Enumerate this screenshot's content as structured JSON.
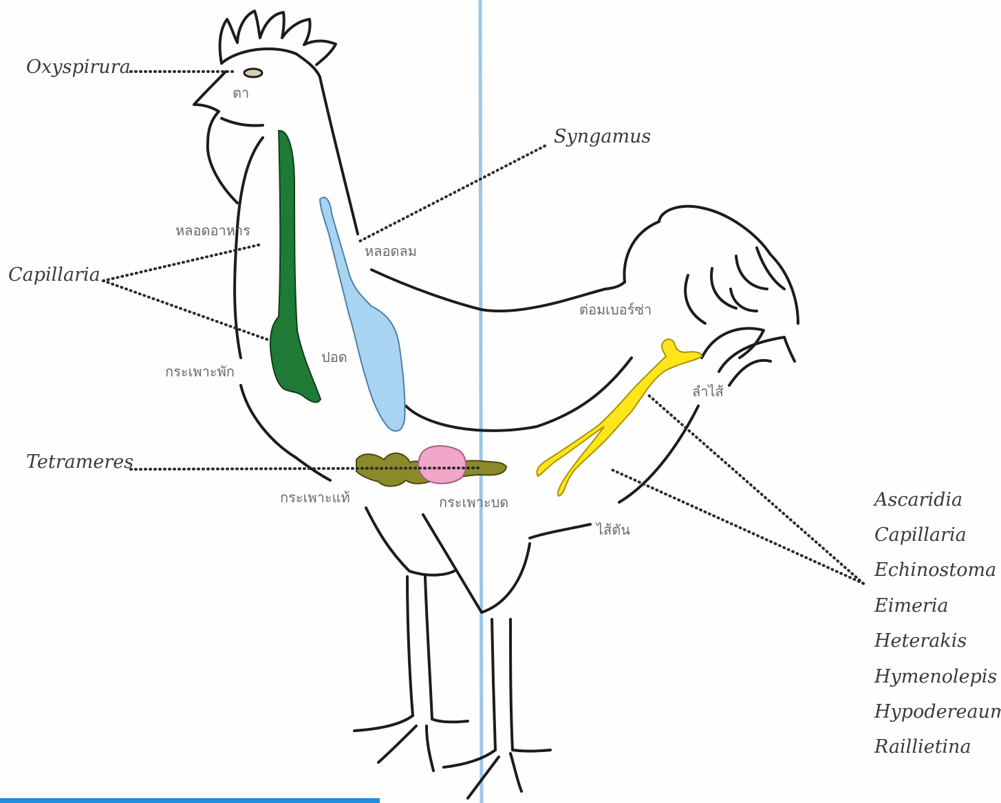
{
  "parasites": {
    "eye": "Oxyspirura",
    "trachea": "Syngamus",
    "crop_esophagus": "Capillaria",
    "proventriculus": "Tetrameres",
    "intestine_list": [
      "Ascaridia",
      "Capillaria",
      "Echinostoma",
      "Eimeria",
      "Heterakis",
      "Hymenolepis",
      "Hypodereaum",
      "Raillietina"
    ]
  },
  "organs": {
    "eye": "ตา",
    "esophagus": "หลอดอาหาร",
    "trachea": "หลอดลม",
    "bursa": "ต่อมเบอร์ซ่า",
    "crop": "กระเพาะพัก",
    "lung": "ปอด",
    "intestine": "ลำไส้",
    "proventriculus": "กระเพาะแท้",
    "gizzard": "กระเพาะบด",
    "ceca": "ไส้ตัน"
  },
  "colors": {
    "esophagus": "#1e7a34",
    "trachea_lung": "#a8d4f2",
    "intestine": "#ffe51a",
    "proventriculus": "#8b8a2a",
    "gizzard": "#f2a6c8",
    "fold_line": "#9cc6ea",
    "bottom_bar": "#1f8ee0"
  }
}
